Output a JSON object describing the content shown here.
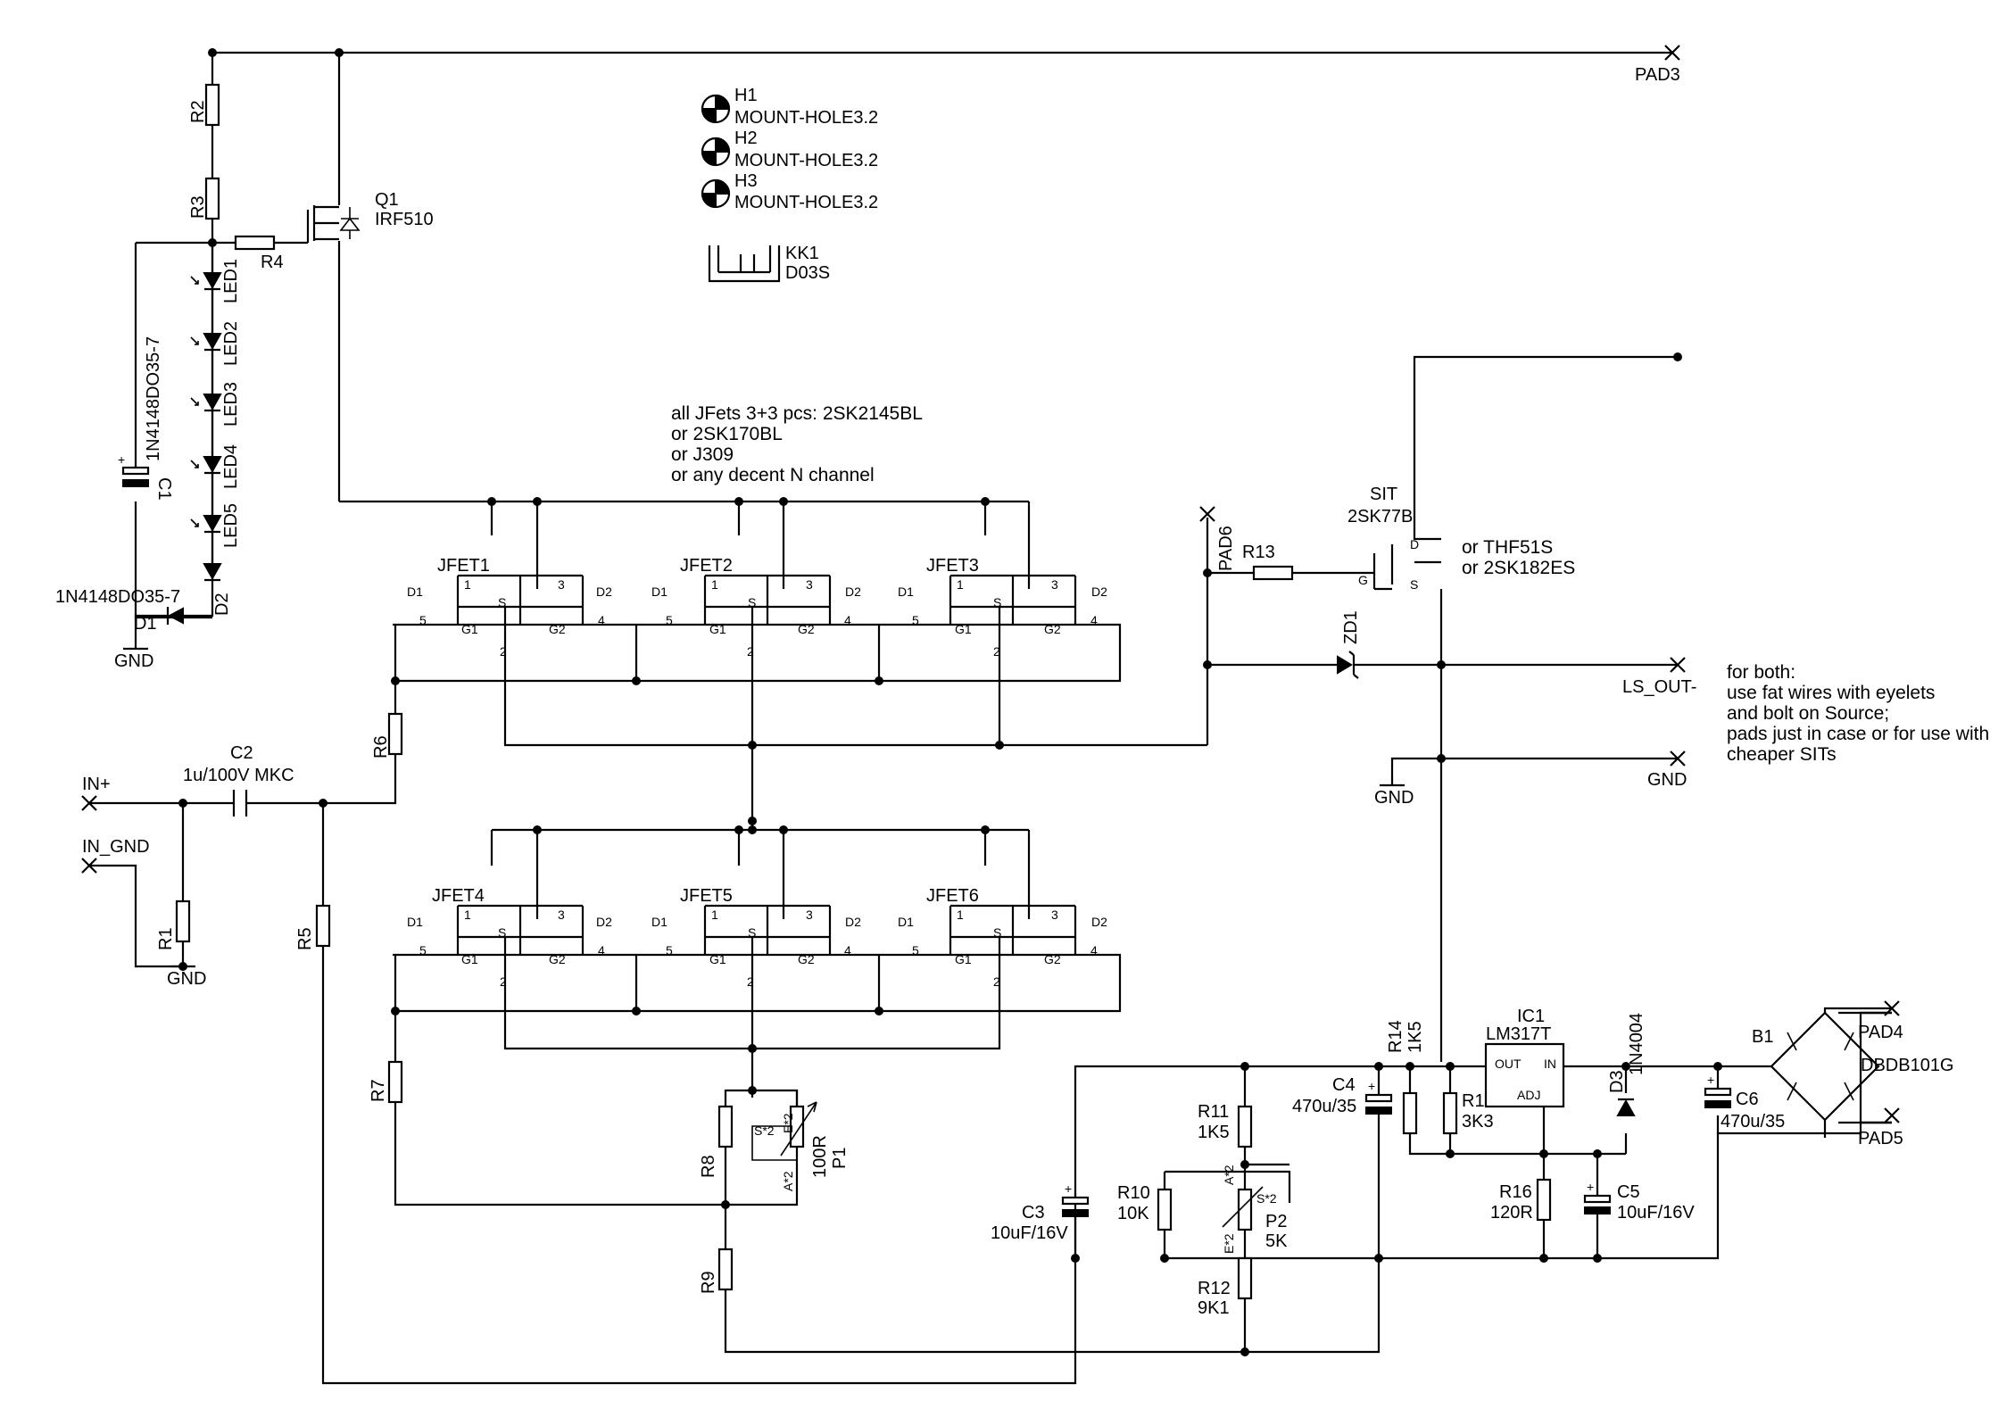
{
  "components": {
    "r1": "R1",
    "r2": "R2",
    "r3": "R3",
    "r4": "R4",
    "r5": "R5",
    "r6": "R6",
    "r7": "R7",
    "r8": "R8",
    "r9": "R9",
    "r10": "R10",
    "r10_val": "10K",
    "r11": "R11",
    "r11_val": "1K5",
    "r12": "R12",
    "r12_val": "9K1",
    "r13": "R13",
    "r14": "R14",
    "r14_val": "1K5",
    "r15": "R15",
    "r15_val": "3K3",
    "r16": "R16",
    "r16_val": "120R",
    "c1": "C1",
    "c1_part": "1N4148DO35-7",
    "c2": "C2",
    "c2_val": "1u/100V MKC",
    "c3": "C3",
    "c3_val": "10uF/16V",
    "c4": "C4",
    "c4_val": "470u/35",
    "c5": "C5",
    "c5_val": "10uF/16V",
    "c6": "C6",
    "c6_val": "470u/35",
    "d1": "D1",
    "d1_part": "1N4148DO35-7",
    "d2": "D2",
    "d3": "D3",
    "d3_part": "1N4004",
    "zd1": "ZD1",
    "led1": "LED1",
    "led2": "LED2",
    "led3": "LED3",
    "led4": "LED4",
    "led5": "LED5",
    "q1": "Q1",
    "q1_part": "IRF510",
    "p1": "P1",
    "p1_val": "100R",
    "p2": "P2",
    "p2_val": "5K",
    "ic1": "IC1",
    "ic1_part": "LM317T",
    "ic1_out": "OUT",
    "ic1_in": "IN",
    "ic1_adj": "ADJ",
    "b1": "B1",
    "b1_part": "DBDB101G",
    "h1": "H1",
    "h2": "H2",
    "h3": "H3",
    "mount": "MOUNT-HOLE3.2",
    "kk1": "KK1",
    "kk1_part": "D03S",
    "sit": "SIT",
    "sit_part": "2SK77B",
    "jfet1": "JFET1",
    "jfet2": "JFET2",
    "jfet3": "JFET3",
    "jfet4": "JFET4",
    "jfet5": "JFET5",
    "jfet6": "JFET6"
  },
  "pins": {
    "d1": "D1",
    "d2": "D2",
    "s": "S",
    "g1": "G1",
    "g2": "G2",
    "n1": "1",
    "n2": "2",
    "n3": "3",
    "n4": "4",
    "n5": "5",
    "g": "G",
    "d": "D",
    "a2": "A*2",
    "e2": "E*2",
    "s2": "S*2"
  },
  "pads": {
    "pad3": "PAD3",
    "pad4": "PAD4",
    "pad5": "PAD5",
    "pad6": "PAD6",
    "in_plus": "IN+",
    "in_gnd": "IN_GND",
    "ls_out": "LS_OUT-",
    "gnd": "GND"
  },
  "notes": {
    "jfets": [
      "all JFets 3+3 pcs: 2SK2145BL",
      "or 2SK170BL",
      "or J309",
      "or any decent N channel"
    ],
    "sit_alt": [
      "or THF51S",
      "or 2SK182ES"
    ],
    "wiring": [
      "for both:",
      "use fat wires with eyelets",
      "and bolt on Source;",
      "pads just in case or for use with",
      "cheaper SITs"
    ]
  }
}
